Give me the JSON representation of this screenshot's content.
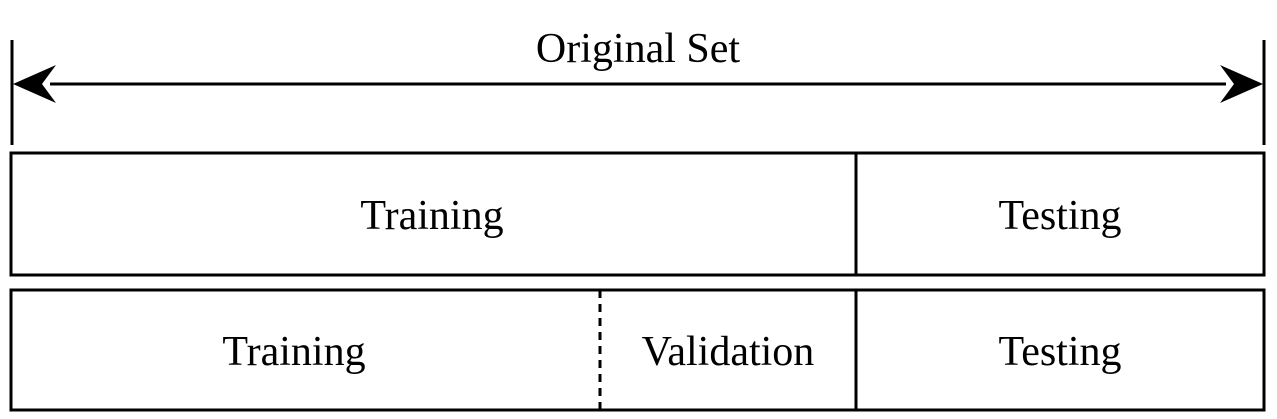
{
  "header": {
    "span_label": "Original Set"
  },
  "row1": {
    "segments": [
      {
        "label": "Training"
      },
      {
        "label": "Testing"
      }
    ]
  },
  "row2": {
    "segments": [
      {
        "label": "Training"
      },
      {
        "label": "Validation"
      },
      {
        "label": "Testing"
      }
    ]
  },
  "colors": {
    "stroke": "#000000",
    "background": "#ffffff"
  }
}
